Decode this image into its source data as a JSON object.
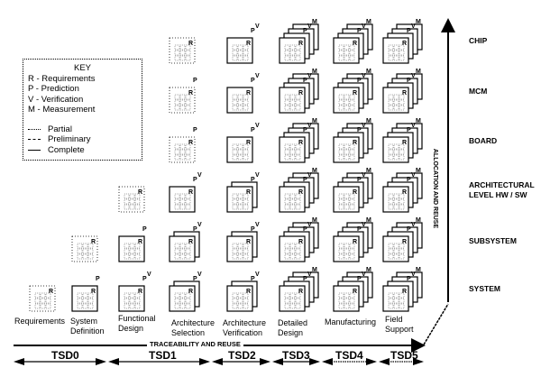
{
  "key": {
    "title": "KEY",
    "items": [
      "R - Requirements",
      "P - Prediction",
      "V - Verification",
      "M - Measurement"
    ],
    "line_styles": [
      {
        "style": "partial",
        "label": "Partial"
      },
      {
        "style": "preliminary",
        "label": "Preliminary"
      },
      {
        "style": "complete",
        "label": "Complete"
      }
    ]
  },
  "levels": [
    "CHIP",
    "MCM",
    "BOARD",
    "ARCHITECTURAL LEVEL HW / SW",
    "SUBSYSTEM",
    "SYSTEM"
  ],
  "vertical_axis_label": "ALLOCATION AND REUSE",
  "phases": [
    "Requirements",
    "System Definition",
    "Functional Design",
    "Architecture Selection",
    "Architecture Verification",
    "Detailed Design",
    "Manufacturing",
    "Field Support"
  ],
  "horizontal_axis_label": "TRACEABILITY AND REUSE",
  "tsd": [
    "TSD0",
    "TSD1",
    "TSD2",
    "TSD3",
    "TSD4",
    "TSD5"
  ],
  "cells": [
    {
      "phase": 0,
      "level": 5,
      "stack": 1,
      "style": "partial",
      "letters": [
        "R"
      ]
    },
    {
      "phase": 1,
      "level": 5,
      "stack": 1,
      "style": "complete",
      "letters": [
        "R",
        "P"
      ]
    },
    {
      "phase": 1,
      "level": 4,
      "stack": 1,
      "style": "partial",
      "letters": [
        "R"
      ]
    },
    {
      "phase": 2,
      "level": 5,
      "stack": 1,
      "style": "complete",
      "letters": [
        "R",
        "P",
        "V"
      ]
    },
    {
      "phase": 2,
      "level": 4,
      "stack": 1,
      "style": "complete",
      "letters": [
        "R",
        "P"
      ]
    },
    {
      "phase": 2,
      "level": 3,
      "stack": 1,
      "style": "partial",
      "letters": [
        "R"
      ]
    },
    {
      "phase": 3,
      "level": 5,
      "stack": 2,
      "style": "complete",
      "letters": [
        "R",
        "P",
        "V"
      ]
    },
    {
      "phase": 3,
      "level": 4,
      "stack": 2,
      "style": "complete",
      "letters": [
        "R",
        "P",
        "V"
      ]
    },
    {
      "phase": 3,
      "level": 3,
      "stack": 1,
      "style": "complete",
      "letters": [
        "R",
        "P",
        "V"
      ]
    },
    {
      "phase": 3,
      "level": 2,
      "stack": 1,
      "style": "partial",
      "letters": [
        "R",
        "P"
      ]
    },
    {
      "phase": 3,
      "level": 1,
      "stack": 1,
      "style": "partial",
      "letters": [
        "R",
        "P"
      ]
    },
    {
      "phase": 3,
      "level": 0,
      "stack": 1,
      "style": "partial",
      "letters": [
        "R"
      ]
    },
    {
      "phase": 4,
      "level": 5,
      "stack": 2,
      "style": "complete",
      "letters": [
        "R",
        "P",
        "V"
      ]
    },
    {
      "phase": 4,
      "level": 4,
      "stack": 2,
      "style": "complete",
      "letters": [
        "R",
        "P",
        "V"
      ]
    },
    {
      "phase": 4,
      "level": 3,
      "stack": 2,
      "style": "complete",
      "letters": [
        "R",
        "P",
        "V"
      ]
    },
    {
      "phase": 4,
      "level": 2,
      "stack": 1,
      "style": "complete",
      "letters": [
        "R",
        "P",
        "V"
      ]
    },
    {
      "phase": 4,
      "level": 1,
      "stack": 1,
      "style": "complete",
      "letters": [
        "R",
        "P",
        "V"
      ]
    },
    {
      "phase": 4,
      "level": 0,
      "stack": 1,
      "style": "complete",
      "letters": [
        "R",
        "P",
        "V"
      ]
    },
    {
      "phase": 5,
      "level": 5,
      "stack": 4,
      "style": "complete",
      "letters": [
        "R",
        "P",
        "V",
        "M"
      ]
    },
    {
      "phase": 5,
      "level": 4,
      "stack": 4,
      "style": "complete",
      "letters": [
        "R",
        "P",
        "V",
        "M"
      ]
    },
    {
      "phase": 5,
      "level": 3,
      "stack": 4,
      "style": "complete",
      "letters": [
        "R",
        "P",
        "V",
        "M"
      ]
    },
    {
      "phase": 5,
      "level": 2,
      "stack": 4,
      "style": "complete",
      "letters": [
        "R",
        "P",
        "V",
        "M"
      ]
    },
    {
      "phase": 5,
      "level": 1,
      "stack": 4,
      "style": "complete",
      "letters": [
        "R",
        "P",
        "V",
        "M"
      ]
    },
    {
      "phase": 5,
      "level": 0,
      "stack": 4,
      "style": "complete",
      "letters": [
        "R",
        "P",
        "V",
        "M"
      ]
    },
    {
      "phase": 6,
      "level": 5,
      "stack": 4,
      "style": "complete",
      "letters": [
        "R",
        "P",
        "V",
        "M"
      ]
    },
    {
      "phase": 6,
      "level": 4,
      "stack": 4,
      "style": "complete",
      "letters": [
        "R",
        "P",
        "V",
        "M"
      ]
    },
    {
      "phase": 6,
      "level": 3,
      "stack": 4,
      "style": "complete",
      "letters": [
        "R",
        "P",
        "V",
        "M"
      ]
    },
    {
      "phase": 6,
      "level": 2,
      "stack": 4,
      "style": "complete",
      "letters": [
        "R",
        "P",
        "V",
        "M"
      ]
    },
    {
      "phase": 6,
      "level": 1,
      "stack": 4,
      "style": "complete",
      "letters": [
        "R",
        "P",
        "V",
        "M"
      ]
    },
    {
      "phase": 6,
      "level": 0,
      "stack": 4,
      "style": "complete",
      "letters": [
        "R",
        "P",
        "V",
        "M"
      ]
    },
    {
      "phase": 7,
      "level": 5,
      "stack": 4,
      "style": "complete",
      "letters": [
        "R",
        "P",
        "V",
        "M"
      ]
    },
    {
      "phase": 7,
      "level": 4,
      "stack": 4,
      "style": "complete",
      "letters": [
        "R",
        "P",
        "V",
        "M"
      ]
    },
    {
      "phase": 7,
      "level": 3,
      "stack": 4,
      "style": "complete",
      "letters": [
        "R",
        "P",
        "V",
        "M"
      ]
    },
    {
      "phase": 7,
      "level": 2,
      "stack": 4,
      "style": "complete",
      "letters": [
        "R",
        "P",
        "V",
        "M"
      ]
    },
    {
      "phase": 7,
      "level": 1,
      "stack": 4,
      "style": "complete",
      "letters": [
        "R",
        "P",
        "V",
        "M"
      ]
    },
    {
      "phase": 7,
      "level": 0,
      "stack": 4,
      "style": "complete",
      "letters": [
        "R",
        "P",
        "V",
        "M"
      ]
    }
  ]
}
